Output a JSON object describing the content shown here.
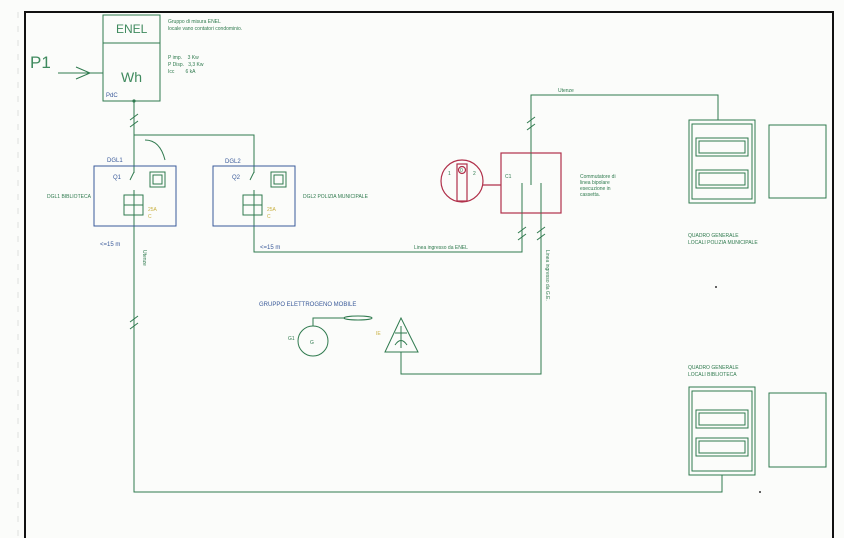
{
  "meter": {
    "input_label": "P1",
    "enel_label": "ENEL",
    "wh_label": "Wh",
    "pdc_label": "PdC",
    "description_line1": "Gruppo di misura ENEL",
    "description_line2": "locale vano contatori condominio.",
    "p_imp": "P imp.    3 Kw",
    "p_disp": "P Disp.   3,3 Kw",
    "icc": "Icc        6 kA"
  },
  "breakers": [
    {
      "box_label": "DGL1",
      "breaker_label": "Q1",
      "rating": "25A",
      "curve": "C",
      "name": "DGL1 BIBLIOTECA",
      "distance": "<=15 m",
      "line_label": "Utenze"
    },
    {
      "box_label": "DGL2",
      "breaker_label": "Q2",
      "rating": "25A",
      "curve": "C",
      "name": "DGL2 POLIZIA MUNICIPALE",
      "distance": "<=15 m"
    }
  ],
  "switch": {
    "label": "C1",
    "pos1": "1",
    "pos0": "0",
    "pos2": "2",
    "desc1": "Commutatore di",
    "desc2": "linea bipolare",
    "desc3": "esecuzione in",
    "desc4": "cassetta.",
    "out_label": "Utenze",
    "enel_in_label": "Linea ingresso da ENEL",
    "ge_in_label": "Linea ingresso da G.E."
  },
  "generator": {
    "title": "GRUPPO ELETTROGENO MOBILE",
    "id": "G1",
    "symbol": "G",
    "socket_label": "IE"
  },
  "panels": [
    {
      "line1": "QUADRO GENERALE",
      "line2": "LOCALI POLIZIA MUNICIPALE"
    },
    {
      "line1": "QUADRO GENERALE",
      "line2": "LOCALI BIBLIOTECA"
    }
  ]
}
